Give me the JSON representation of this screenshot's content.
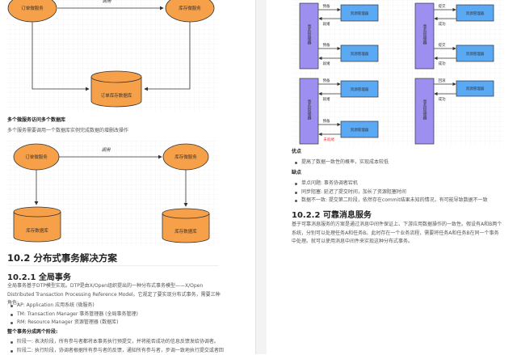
{
  "left": {
    "diagram1": {
      "service_a": "订单微服务",
      "service_b": "库存微服务",
      "call": "调用",
      "db": "订单库存数据库"
    },
    "section_title": "多个微服务访问多个数据库",
    "section_text": "多个服务需要调用一个数据库实例完成数据的增删改操作",
    "diagram2": {
      "service_a": "订单微服务",
      "service_b": "库存微服务",
      "call": "调用",
      "db_a": "库存数据库",
      "db_b": "库存数据库"
    },
    "h2": "10.2 分布式事务解决方案",
    "h3": "10.2.1 全局事务",
    "intro": "全局事务基于DTP模型实现。DTP是由X/Open组织提出的一种分布式事务模型——X/Open Distributed Transaction Processing Reference Model。它规定了要实现分布式事务，需要三种角色:",
    "roles": [
      "AP: Application 应用系统 (微服务)",
      "TM: Transaction Manager 事务管理器 (全局事务管理)",
      "RM: Resource Manager 资源管理器 (数据库)"
    ],
    "phases_title": "整个事务分成两个阶段:",
    "phases": [
      "阶段一: 表决阶段，所有参与者都将本事务执行预提交，并将能否成功的信息反馈发给协调者。",
      "阶段二: 执行阶段，协调者根据所有参与者的反馈，通知所有参与者，步调一致地执行提交或者回"
    ]
  },
  "right": {
    "tm": "事务管理器",
    "rm": "资源管理器",
    "labels": {
      "prepare": "预备",
      "ready": "就绪",
      "commit": "提交",
      "success": "成功",
      "not_ready": "未就绪",
      "rollback": "回滚"
    },
    "pros_title": "优点",
    "pros": [
      "提高了数据一致性的概率，实现成本较低"
    ],
    "cons_title": "缺点",
    "cons": [
      "单点问题: 事务协调者宕机",
      "同步阻塞: 延迟了提交时间，加长了资源阻塞时间",
      "数据不一致: 提交第二阶段，依然存在commit结果未知的情况，有可能导致数据不一致"
    ],
    "h3": "10.2.2 可靠消息服务",
    "para": "基于可靠消息服务的方案是通过消息中间件保证上、下游应用数据操作的一致性。假设有A和B两个系统，分别可以处理任务A和任务B。此时存在一个业务流程，需要将任务A和任务B在同一个事务中处理。就可以使用消息中间件来实现这种分布式事务。"
  },
  "colors": {
    "orange": "#f7a04a",
    "tm": "#9c8ff0",
    "rm": "#5aa9f5",
    "red": "#e53935"
  }
}
